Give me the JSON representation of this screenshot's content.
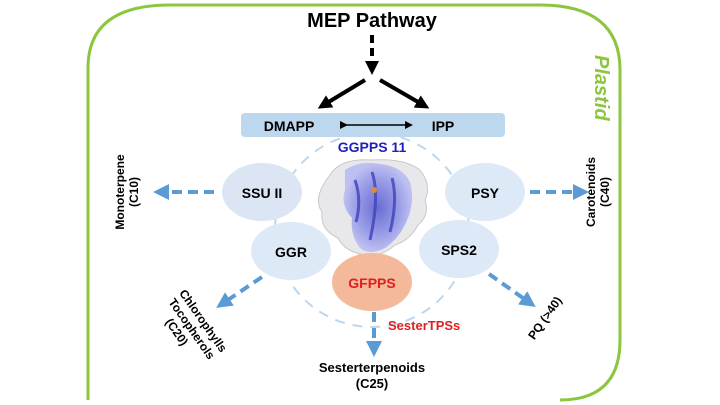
{
  "title": "MEP Pathway",
  "compartment": "Plastid",
  "precursors": {
    "left": "DMAPP",
    "right": "IPP"
  },
  "central_enzyme": "GGPPS 11",
  "enzymes": {
    "ssu": "SSU II",
    "psy": "PSY",
    "ggr": "GGR",
    "sps": "SPS2",
    "gfpps": "GFPPS"
  },
  "products": {
    "monoterpene": [
      "Monoterpene",
      "(C10)"
    ],
    "carotenoids": [
      "Carotenoids",
      "(C40)"
    ],
    "chlorophylls": [
      "Chlorophylls",
      "Tocopherols",
      "(C20)"
    ],
    "pq": "PQ (>40)",
    "sesterterpenoids": [
      "Sesterterpenoids",
      "(C25)"
    ]
  },
  "sestertps_label": "SesterTPSs",
  "colors": {
    "plastid_border": "#8cc63f",
    "plastid_text": "#8cc63f",
    "precursor_box": "#bdd7ee",
    "enzyme_ellipse": "#dde9f6",
    "gfpps_ellipse": "#f4b89a",
    "dashed_arrow": "#5b9bd5",
    "central_enzyme_text": "#1f1fbf",
    "highlight_text": "#e02020"
  }
}
